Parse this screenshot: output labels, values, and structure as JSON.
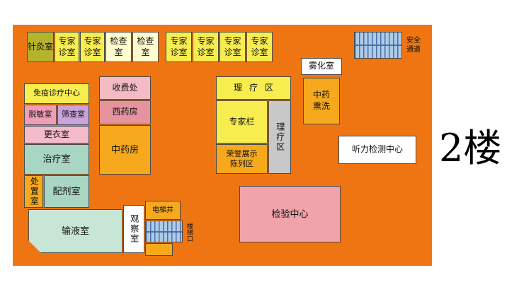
{
  "floor_title": "2楼",
  "palette": {
    "background_orange": "#EE7511",
    "yellow": "#F8ED4E",
    "pale_yellow": "#FFFCCF",
    "olive": "#B5B22C",
    "amber": "#F6A91C",
    "pink_light": "#F4BBC4",
    "rose": "#E5939F",
    "pink": "#EE9FB5",
    "violet": "#C9A3D9",
    "mint": "#A9D6C3",
    "mint_light": "#C8E6D6",
    "gray": "#C8C8C8",
    "white": "#FFFFFF",
    "salmon_pink": "#F0A3AB",
    "stairs_blue": "#AECBE8",
    "stairs_line": "#4A6FA5"
  },
  "rooms": {
    "acupuncture": "针灸室",
    "expert_clinic": "专家\n诊室",
    "exam_room": "检查室",
    "safety_exit": "安全\n通道",
    "nebulization": "雾化室",
    "herbal_fumigation": "中药\n熏洗",
    "immunotherapy_center": "免疫诊疗中心",
    "desensitization": "脱敏室",
    "screening": "筛查室",
    "changing_room": "更衣室",
    "treatment_room": "治疗室",
    "disposal_room": "处置室",
    "dispensing_room": "配剂室",
    "cashier": "收费处",
    "western_pharmacy": "西药房",
    "chinese_pharmacy": "中药房",
    "physiotherapy_area": "理疗区",
    "expert_board": "专家栏",
    "physiotherapy_area_side": "理疗区",
    "honor_display": "荣誉展示\n陈列区",
    "hearing_test_center": "听力检测中心",
    "laboratory_center": "检验中心",
    "infusion_room": "输液室",
    "observation_room": "观察室",
    "elevator_shaft": "电梯井",
    "staircase": "楼梯口"
  }
}
